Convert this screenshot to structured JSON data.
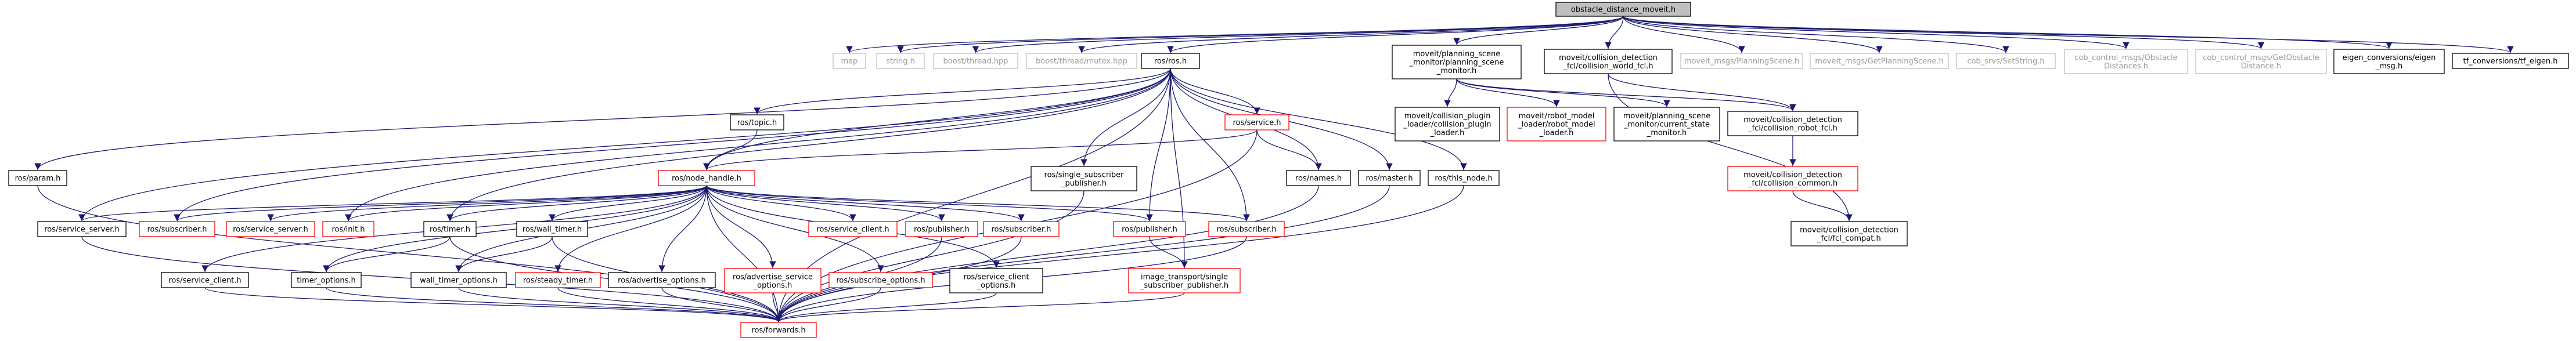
{
  "diagram": {
    "colors": {
      "edge": "#191970",
      "root_fill": "#bfbfbf",
      "node_border": "#000000",
      "missing_node_border": "#ff0000",
      "undocumented_node_text": "#9a9a9a"
    },
    "nodes": {
      "root": [
        "obstacle_distance_moveit.h"
      ],
      "map": [
        "map"
      ],
      "string": [
        "string.h"
      ],
      "boost_thread": [
        "boost/thread.hpp"
      ],
      "boost_mutex": [
        "boost/thread/mutex.hpp"
      ],
      "ros_h": [
        "ros/ros.h"
      ],
      "cpi_loader": [
        "moveit/planning_scene",
        "_monitor/planning_scene",
        "_monitor.h"
      ],
      "world_fcl": [
        "moveit/collision_detection",
        "_fcl/collision_world_fcl.h"
      ],
      "msg_ps": [
        "moveit_msgs/PlanningScene.h"
      ],
      "msg_gps": [
        "moveit_msgs/GetPlanningScene.h"
      ],
      "srv_str": [
        "cob_srvs/SetString.h"
      ],
      "cob_od": [
        "cob_control_msgs/Obstacle",
        "Distances.h"
      ],
      "cob_god": [
        "cob_control_msgs/GetObstacle",
        "Distance.h"
      ],
      "eigen_msg": [
        "eigen_conversions/eigen",
        "_msg.h"
      ],
      "tf_eigen": [
        "tf_conversions/tf_eigen.h"
      ],
      "collision_plugin": [
        "moveit/collision_plugin",
        "_loader/collision_plugin",
        "_loader.h"
      ],
      "robot_model_loader": [
        "moveit/robot_model",
        "_loader/robot_model",
        "_loader.h"
      ],
      "current_state_monitor": [
        "moveit/planning_scene",
        "_monitor/current_state",
        "_monitor.h"
      ],
      "robot_fcl": [
        "moveit/collision_detection",
        "_fcl/collision_robot_fcl.h"
      ],
      "collision_common": [
        "moveit/collision_detection",
        "_fcl/collision_common.h"
      ],
      "fcl_compat": [
        "moveit/collision_detection",
        "_fcl/fcl_compat.h"
      ],
      "topic": [
        "ros/topic.h"
      ],
      "service_h": [
        "ros/service.h"
      ],
      "single_sub_pub": [
        "ros/single_subscriber",
        "_publisher.h"
      ],
      "param": [
        "ros/param.h"
      ],
      "node_handle": [
        "ros/node_handle.h"
      ],
      "names": [
        "ros/names.h"
      ],
      "master": [
        "ros/master.h"
      ],
      "this_node": [
        "ros/this_node.h"
      ],
      "service_server": [
        "ros/service_server.h"
      ],
      "subscriber1": [
        "ros/subscriber.h"
      ],
      "service_server2": [
        "ros/service_server.h"
      ],
      "init": [
        "ros/init.h"
      ],
      "timer": [
        "ros/timer.h"
      ],
      "wall_timer": [
        "ros/wall_timer.h"
      ],
      "service_client_red": [
        "ros/service_client.h"
      ],
      "publisher1": [
        "ros/publisher.h"
      ],
      "subscriber2": [
        "ros/subscriber.h"
      ],
      "publisher2": [
        "ros/publisher.h"
      ],
      "subscriber3": [
        "ros/subscriber.h"
      ],
      "service_client": [
        "ros/service_client.h"
      ],
      "timer_options": [
        "timer_options.h"
      ],
      "wall_timer_options": [
        "wall_timer_options.h"
      ],
      "steady_timer": [
        "ros/steady_timer.h"
      ],
      "advertise_options": [
        "ros/advertise_options.h"
      ],
      "advertise_service_options": [
        "ros/advertise_service",
        "_options.h"
      ],
      "subscribe_options": [
        "ros/subscribe_options.h"
      ],
      "service_client_options": [
        "ros/service_client",
        "_options.h"
      ],
      "image_transport": [
        "image_transport/single",
        "_subscriber_publisher.h"
      ],
      "forwards": [
        "ros/forwards.h"
      ]
    }
  }
}
